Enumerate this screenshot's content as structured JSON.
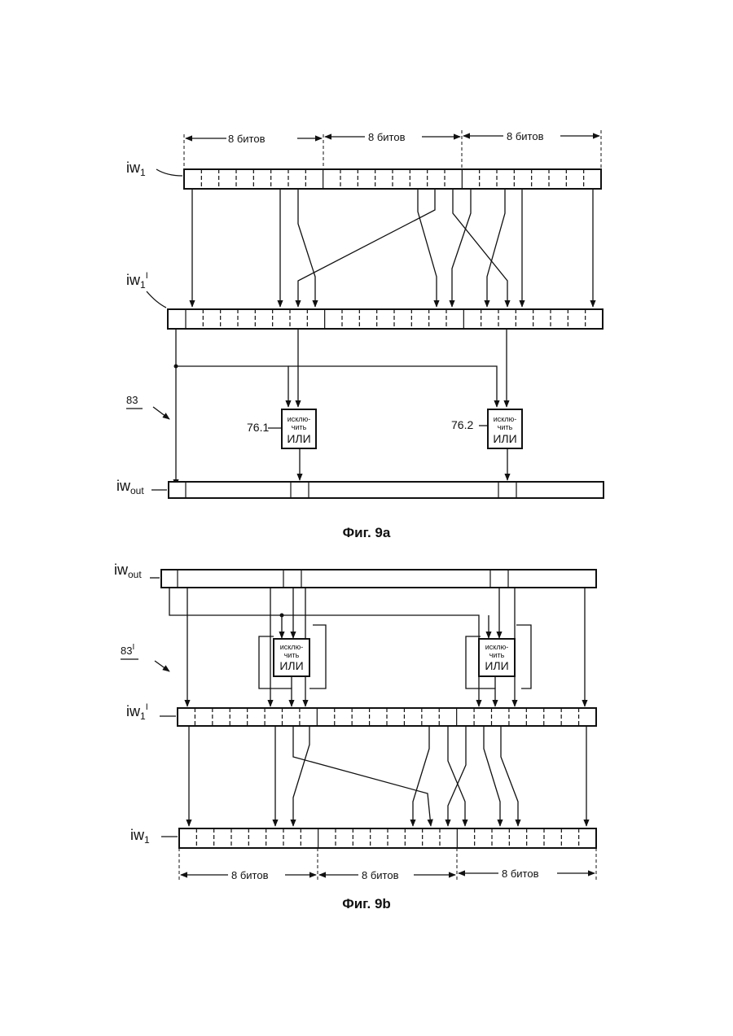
{
  "fig_a": {
    "caption": "Фиг. 9a",
    "dimension_labels": [
      "8 битов",
      "8 битов",
      "8 битов"
    ],
    "reg_in": "iw",
    "reg_in_sub": "1",
    "reg_mid": "iw",
    "reg_mid_sub": "1",
    "reg_mid_prime": "I",
    "reg_out": "iw",
    "reg_out_sub": "out",
    "block_ref": "83",
    "gate1_ref": "76.1",
    "gate2_ref": "76.2",
    "gate_line1": "исклю-",
    "gate_line2": "чить",
    "gate_line3": "ИЛИ"
  },
  "fig_b": {
    "caption": "Фиг. 9b",
    "dimension_labels": [
      "8 битов",
      "8 битов",
      "8 битов"
    ],
    "reg_in": "iw",
    "reg_in_sub": "out",
    "reg_mid": "iw",
    "reg_mid_sub": "1",
    "reg_mid_prime": "I",
    "reg_out": "iw",
    "reg_out_sub": "1",
    "block_ref": "83",
    "block_ref_prime": "I",
    "gate_line1": "исклю-",
    "gate_line2": "чить",
    "gate_line3": "ИЛИ"
  }
}
